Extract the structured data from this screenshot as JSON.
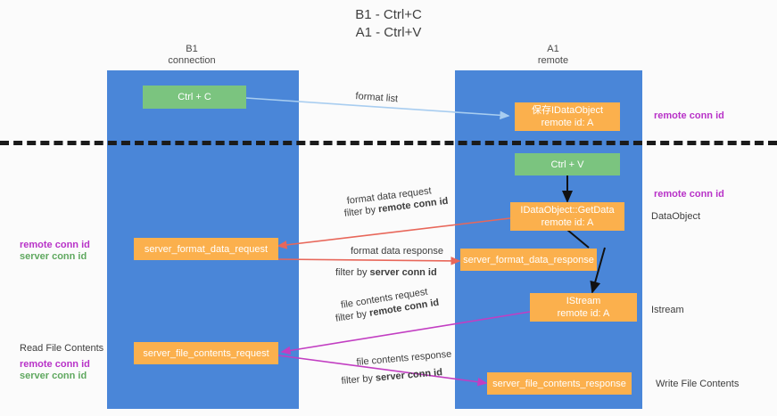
{
  "title": {
    "line1": "B1 - Ctrl+C",
    "line2": "A1 - Ctrl+V"
  },
  "columns": [
    {
      "name": "B1",
      "sub": "connection"
    },
    {
      "name": "A1",
      "sub": "remote"
    }
  ],
  "boxes": {
    "ctrl_c": {
      "label": "Ctrl + C"
    },
    "ctrl_v": {
      "label": "Ctrl + V"
    },
    "save_idataobject": {
      "line1": "保存IDataObject",
      "line2": "remote id: A"
    },
    "getdata": {
      "line1": "IDataObject::GetData",
      "line2": "remote id: A"
    },
    "istream": {
      "line1": "IStream",
      "line2": "remote id: A"
    },
    "server_format_data_request": {
      "label": "server_format_data_request"
    },
    "server_format_data_response": {
      "label": "server_format_data_response"
    },
    "server_file_contents_request": {
      "label": "server_file_contents_request"
    },
    "server_file_contents_response": {
      "label": "server_file_contents_response"
    }
  },
  "edge_labels": {
    "format_list": "format list",
    "format_data_request": "format data request",
    "format_data_request_filter_prefix": "filter by ",
    "format_data_request_filter_key": "remote conn id",
    "format_data_response": "format data response",
    "format_data_response_filter_prefix": "filter by ",
    "format_data_response_filter_key": "server conn id",
    "file_contents_request": "file contents request",
    "file_contents_request_filter_prefix": "filter by ",
    "file_contents_request_filter_key": "remote conn id",
    "file_contents_response": "file contents response",
    "file_contents_response_filter_prefix": "filter by ",
    "file_contents_response_filter_key": "server conn id"
  },
  "annotations": {
    "right_remote_conn_id_top": "remote conn id",
    "right_remote_conn_id_mid": "remote conn id",
    "right_dataobject": "DataObject",
    "right_istream": "Istream",
    "right_write_file_contents": "Write File Contents",
    "left_remote_conn_id": "remote conn id",
    "left_server_conn_id": "server conn id",
    "left_read_file_contents": "Read File Contents",
    "left_remote_conn_id2": "remote conn id",
    "left_server_conn_id2": "server conn id"
  },
  "colors": {
    "lane": "#4a86d8",
    "green_box": "#7bc47f",
    "orange_box": "#fbb04d",
    "purple": "#b832c8",
    "green_text": "#5fa85f",
    "arrow_blue": "#a8cdf0",
    "arrow_red": "#e8675a",
    "arrow_magenta": "#c23ec2",
    "arrow_black": "#111111",
    "divider": "#1b1b1b"
  }
}
